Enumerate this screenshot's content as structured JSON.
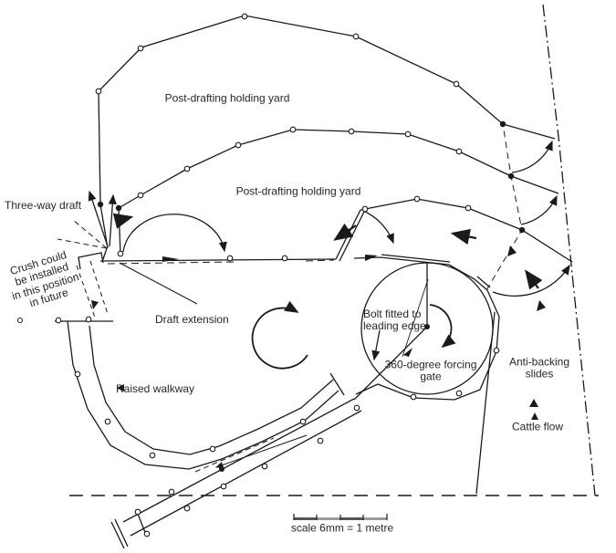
{
  "diagram": {
    "background": "#ffffff",
    "line_color": "#1a1a1a",
    "text_color": "#26262b",
    "labels": {
      "holding_yard_top": "Post-drafting holding yard",
      "holding_yard_middle": "Post-drafting holding yard",
      "three_way_draft": "Three-way draft",
      "crush_note": "Crush could\nbe installed\nin this position\nin future",
      "draft_extension": "Draft extension",
      "raised_walkway": "Raised walkway",
      "bolt": "Bolt fitted to\nleading edge",
      "forcing_gate": "360-degree forcing\ngate",
      "anti_backing": "Anti-backing\nslides",
      "cattle_flow": "Cattle flow",
      "scale": "scale 6mm = 1 metre"
    },
    "icons": {
      "walkway_pointer": "left-triangle",
      "cattle_flow_markers": "stacked-up-triangles"
    }
  }
}
